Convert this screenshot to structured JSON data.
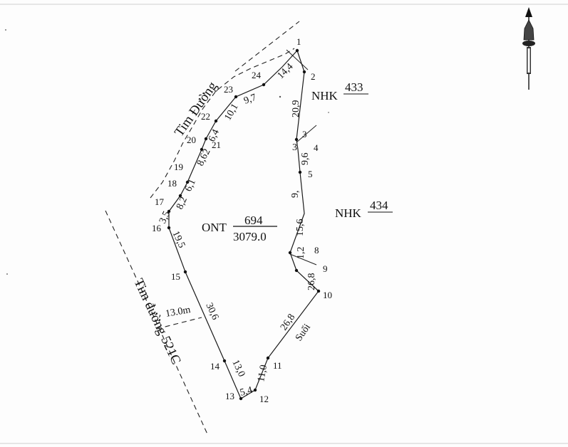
{
  "parcel": {
    "land_type": "ONT",
    "parcel_number": "694",
    "area": "3079.0"
  },
  "neighbors": [
    {
      "label": "NHK",
      "number": "433"
    },
    {
      "label": "NHK",
      "number": "434"
    }
  ],
  "roads": {
    "upper_road": "Tim Đường",
    "lower_road": "Tim đường 521C",
    "road_width": "13.0m",
    "stream": "Suối"
  },
  "vertices": [
    "1",
    "2",
    "3",
    "4",
    "5",
    "8",
    "9",
    "10",
    "11",
    "12",
    "13",
    "14",
    "15",
    "16",
    "17",
    "18",
    "19",
    "20",
    "21",
    "22",
    "23",
    "24"
  ],
  "edge_lengths": [
    "14,4",
    "20,9",
    "3",
    "9,6",
    "9,",
    "15,6",
    "1,2",
    "26,8",
    "26,8",
    "11,0",
    "5,4",
    "13,0",
    "30,6",
    "19,5",
    "3,5",
    "8,2",
    "6,1",
    "8,6",
    "2",
    "6,4",
    "10,1",
    "9,7"
  ],
  "north_arrow": "north-arrow-icon",
  "colors": {
    "line": "#1a1a1a",
    "paper": "#fdfdfd"
  }
}
